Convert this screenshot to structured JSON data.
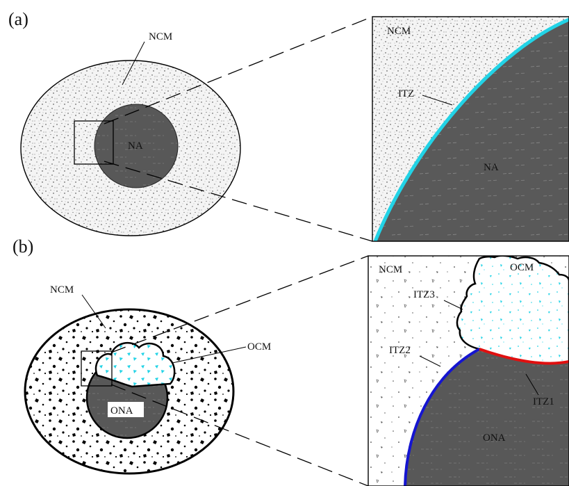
{
  "panel_a": {
    "label": "(a)",
    "left": {
      "matrix": "NCM",
      "aggregate": "NA"
    },
    "zoom": {
      "matrix": "NCM",
      "interface": "ITZ",
      "aggregate": "NA"
    }
  },
  "panel_b": {
    "label": "(b)",
    "left": {
      "matrix": "NCM",
      "old_mortar": "OCM",
      "aggregate": "ONA"
    },
    "zoom": {
      "matrix": "NCM",
      "old_mortar": "OCM",
      "itz3": "ITZ3",
      "itz2": "ITZ2",
      "itz1": "ITZ1",
      "aggregate": "ONA"
    }
  },
  "colors": {
    "aggregate": "#555555",
    "itz_a": "#22d3e6",
    "itz1": "#e01010",
    "itz2": "#1515d0",
    "ocm_dots": "#22d3e6",
    "outline": "#000000"
  }
}
